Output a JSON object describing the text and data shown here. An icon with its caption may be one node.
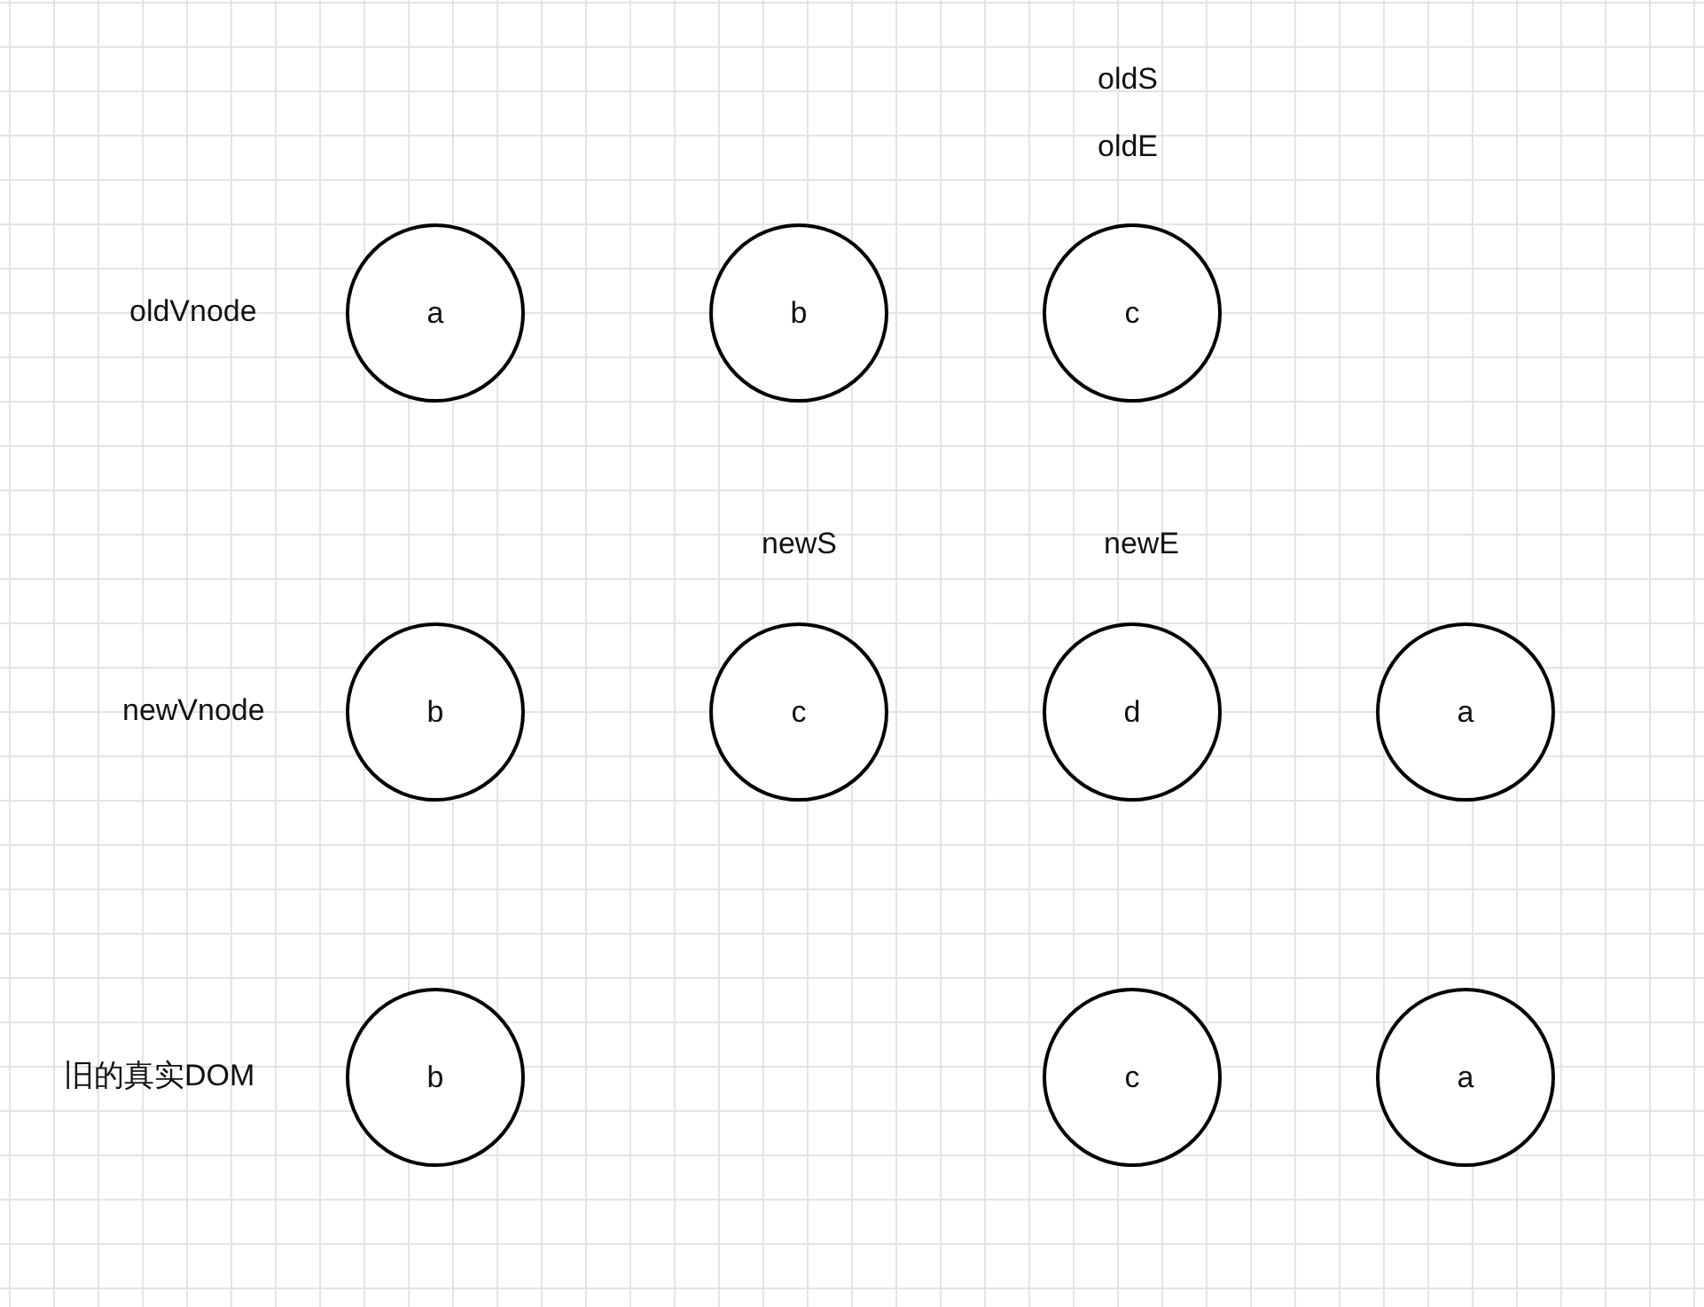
{
  "diagram": {
    "nodes": [
      {
        "text": [
          "a"
        ]
      },
      {
        "text": [
          "b"
        ]
      },
      {
        "text": [
          "c"
        ]
      },
      {
        "text": [
          "b"
        ]
      },
      {
        "text": [
          "c"
        ]
      },
      {
        "text": [
          "d"
        ]
      },
      {
        "text": [
          "a"
        ]
      },
      {
        "text": [
          "b"
        ]
      },
      {
        "text": [
          "c"
        ]
      },
      {
        "text": [
          "a"
        ]
      }
    ],
    "labels": [
      "oldS",
      "oldE",
      "oldVnode",
      "newS",
      "newE",
      "newVnode",
      "旧的真实DOM"
    ]
  }
}
